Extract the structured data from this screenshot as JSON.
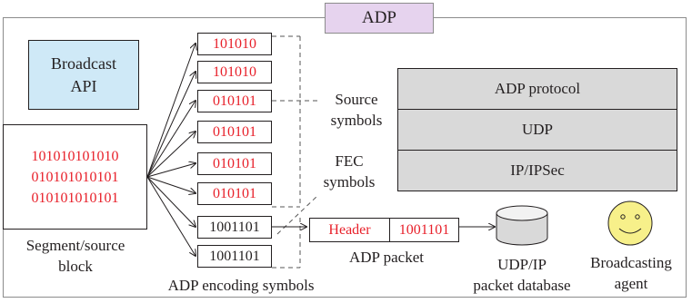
{
  "title": "ADP",
  "broadcast_api": {
    "line1": "Broadcast",
    "line2": "API"
  },
  "segment_block": {
    "bits": [
      "101010101010",
      "010101010101",
      "010101010101"
    ],
    "label_line1": "Segment/source",
    "label_line2": "block"
  },
  "symbols": [
    {
      "value": "101010",
      "kind": "source"
    },
    {
      "value": "101010",
      "kind": "source"
    },
    {
      "value": "010101",
      "kind": "source"
    },
    {
      "value": "010101",
      "kind": "source"
    },
    {
      "value": "010101",
      "kind": "source"
    },
    {
      "value": "010101",
      "kind": "source"
    },
    {
      "value": "1001101",
      "kind": "fec"
    },
    {
      "value": "1001101",
      "kind": "fec"
    }
  ],
  "labels": {
    "source_line1": "Source",
    "source_line2": "symbols",
    "fec_line1": "FEC",
    "fec_line2": "symbols",
    "encoding_symbols": "ADP encoding symbols"
  },
  "protocol_stack": [
    "ADP protocol",
    "UDP",
    "IP/IPSec"
  ],
  "packet": {
    "header": "Header",
    "payload": "1001101",
    "label": "ADP packet"
  },
  "database": {
    "line1": "UDP/IP",
    "line2": "packet database"
  },
  "agent": {
    "line1": "Broadcasting",
    "line2": "agent"
  },
  "colors": {
    "red_text": "#e8202a",
    "api_fill": "#cfe9f7",
    "title_fill": "#e6d3ee",
    "stack_fill": "#d9d9d9",
    "agent_fill": "#f7f08a"
  }
}
